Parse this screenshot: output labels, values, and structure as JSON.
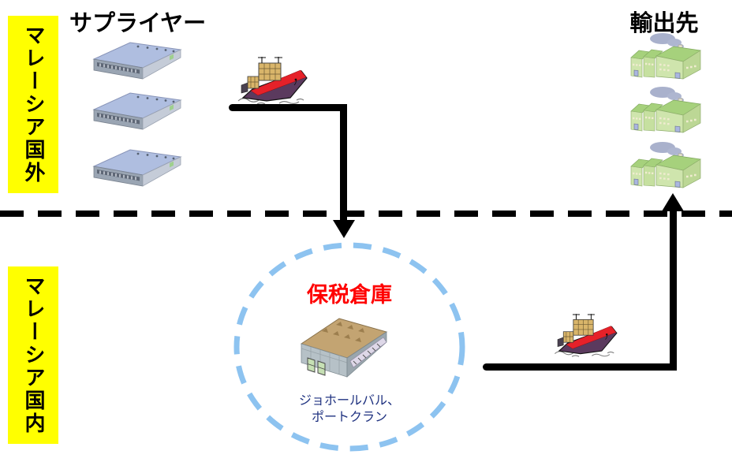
{
  "regions": {
    "outside": {
      "label": "マレーシア国外"
    },
    "inside": {
      "label": "マレーシア国内"
    }
  },
  "suppliers": {
    "title": "サプライヤー",
    "count": 3
  },
  "destinations": {
    "title": "輸出先",
    "count": 3
  },
  "bonded_warehouse": {
    "title": "保税倉庫",
    "location_line1": "ジョホールバル、",
    "location_line2": "ポートクラン"
  },
  "flows": [
    {
      "from": "suppliers",
      "to": "bonded_warehouse",
      "mode": "container-ship"
    },
    {
      "from": "bonded_warehouse",
      "to": "destinations",
      "mode": "container-ship"
    }
  ],
  "icons": {
    "supplier": "warehouse-icon",
    "destination": "factory-icon",
    "flow": "container-ship-icon",
    "bonded": "bonded-warehouse-icon"
  },
  "colors": {
    "region_band": "#FFFF00",
    "region_text": "#000000",
    "suppliers_title": "#000000",
    "bonded_title": "#FF0000",
    "location_text": "#1F3280",
    "circle_dash": "#8DC3F0",
    "arrow": "#000000",
    "divider": "#000000"
  }
}
